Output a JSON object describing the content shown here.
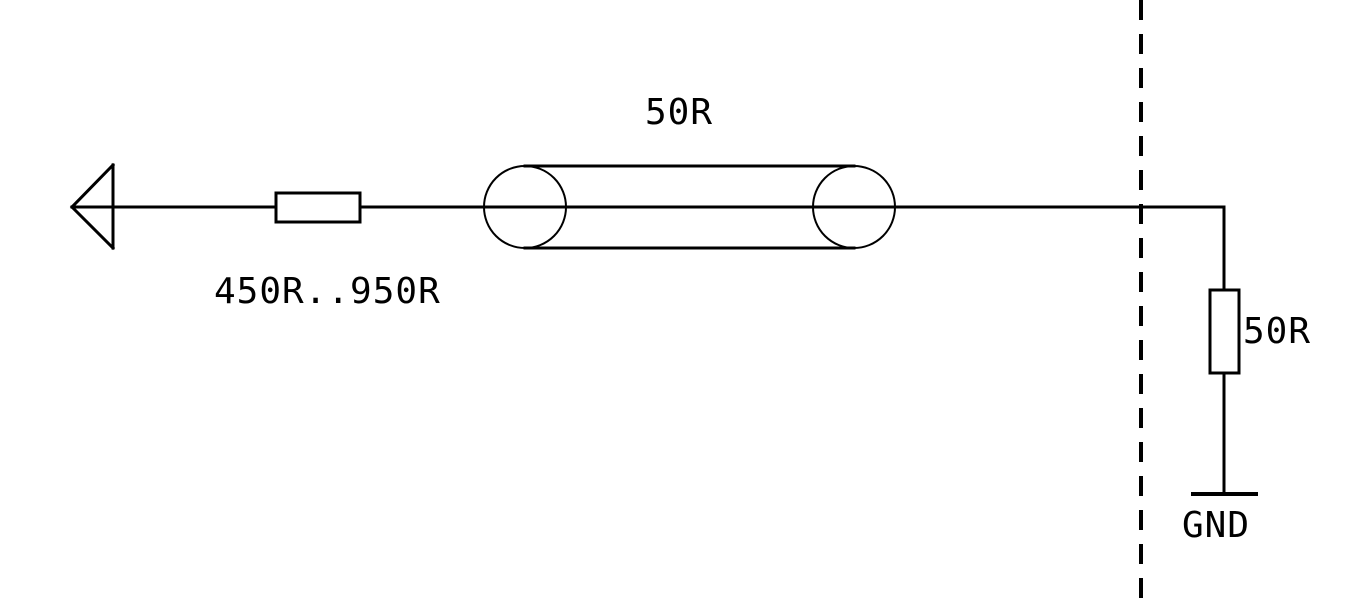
{
  "schematic": {
    "series_resistor_label": "450R..950R",
    "coax_impedance_label": "50R",
    "termination_resistor_label": "50R",
    "ground_label": "GND"
  },
  "colors": {
    "ink": "#000000",
    "background": "#ffffff"
  }
}
